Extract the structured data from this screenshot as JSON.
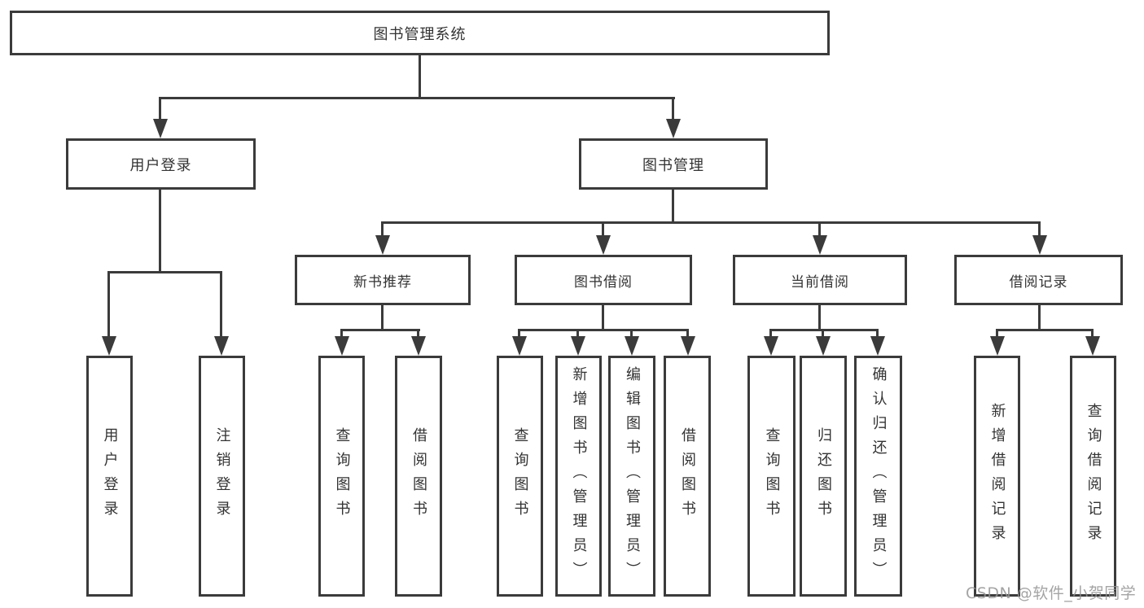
{
  "diagram_title": "图书管理系统",
  "tree": {
    "label": "图书管理系统",
    "children": [
      {
        "label": "用户登录",
        "children": [
          {
            "label": "用户登录"
          },
          {
            "label": "注销登录"
          }
        ]
      },
      {
        "label": "图书管理",
        "children": [
          {
            "label": "新书推荐",
            "children": [
              {
                "label": "查询图书"
              },
              {
                "label": "借阅图书"
              }
            ]
          },
          {
            "label": "图书借阅",
            "children": [
              {
                "label": "查询图书"
              },
              {
                "label": "新增图书（管理员）"
              },
              {
                "label": "编辑图书（管理员）"
              },
              {
                "label": "借阅图书"
              }
            ]
          },
          {
            "label": "当前借阅",
            "children": [
              {
                "label": "查询图书"
              },
              {
                "label": "归还图书"
              },
              {
                "label": "确认归还（管理员）"
              }
            ]
          },
          {
            "label": "借阅记录",
            "children": [
              {
                "label": "新增借阅记录"
              },
              {
                "label": "查询借阅记录"
              }
            ]
          }
        ]
      }
    ]
  },
  "watermark": "CSDN @软件_小贺同学",
  "colors": {
    "line": "#3b3b3b",
    "text": "#333333",
    "background": "#ffffff",
    "watermark": "#949494"
  }
}
